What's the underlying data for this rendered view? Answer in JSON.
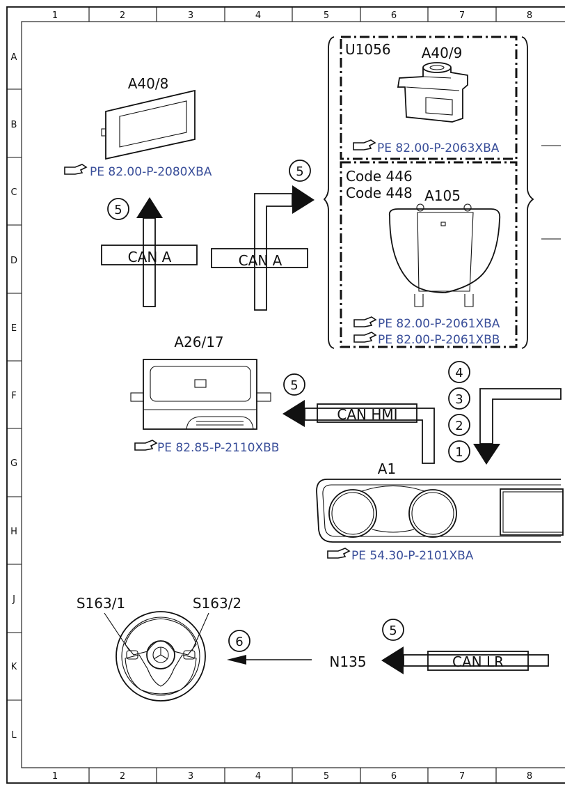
{
  "frame": {
    "columns": [
      "1",
      "2",
      "3",
      "4",
      "5",
      "6",
      "7",
      "8"
    ],
    "rows": [
      "A",
      "B",
      "C",
      "D",
      "E",
      "F",
      "G",
      "H",
      "J",
      "K",
      "L"
    ]
  },
  "components": {
    "a40_8": "A40/8",
    "u1056": "U1056",
    "a40_9": "A40/9",
    "code446": "Code 446",
    "code448": "Code 448",
    "a105": "A105",
    "a26_17": "A26/17",
    "a1": "A1",
    "s163_1": "S163/1",
    "s163_2": "S163/2",
    "n135": "N135"
  },
  "references": {
    "a40_8": "PE 82.00-P-2080XBA",
    "a40_9": "PE 82.00-P-2063XBA",
    "a105_1": "PE 82.00-P-2061XBA",
    "a105_2": "PE 82.00-P-2061XBB",
    "a26_17": "PE 82.85-P-2110XBB",
    "a1": "PE 54.30-P-2101XBA"
  },
  "buses": {
    "can_a_1": "CAN A",
    "can_a_2": "CAN A",
    "can_hmi": "CAN HMI",
    "can_lr": "CAN LR"
  },
  "markers": {
    "m5_a": "5",
    "m5_b": "5",
    "m5_c": "5",
    "m5_d": "5",
    "m4": "4",
    "m3": "3",
    "m2": "2",
    "m1": "1",
    "m6": "6"
  },
  "colors": {
    "reference": "#3a4f9a",
    "line": "#111111"
  }
}
